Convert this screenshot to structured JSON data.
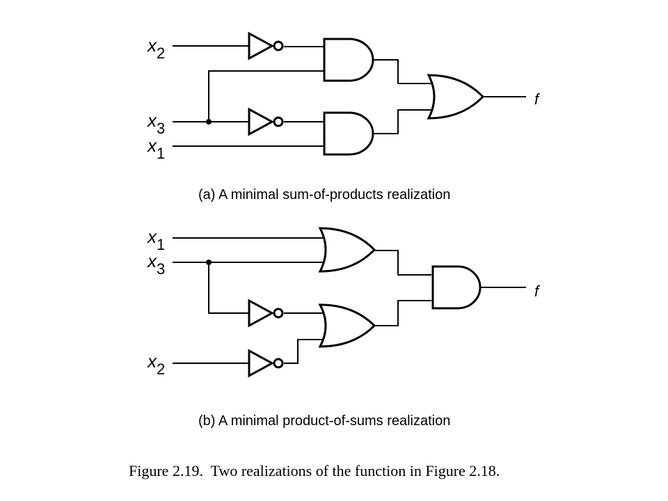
{
  "circuit_a": {
    "inputs": [
      {
        "var": "x",
        "sub": "2"
      },
      {
        "var": "x",
        "sub": "3"
      },
      {
        "var": "x",
        "sub": "1"
      }
    ],
    "output": "f",
    "caption": "(a) A minimal sum-of-products realization"
  },
  "circuit_b": {
    "inputs": [
      {
        "var": "x",
        "sub": "1"
      },
      {
        "var": "x",
        "sub": "3"
      },
      {
        "var": "x",
        "sub": "2"
      }
    ],
    "output": "f",
    "caption": "(b) A minimal product-of-sums realization"
  },
  "figure_caption": "Figure 2.19.  Two realizations of the function in Figure 2.18."
}
